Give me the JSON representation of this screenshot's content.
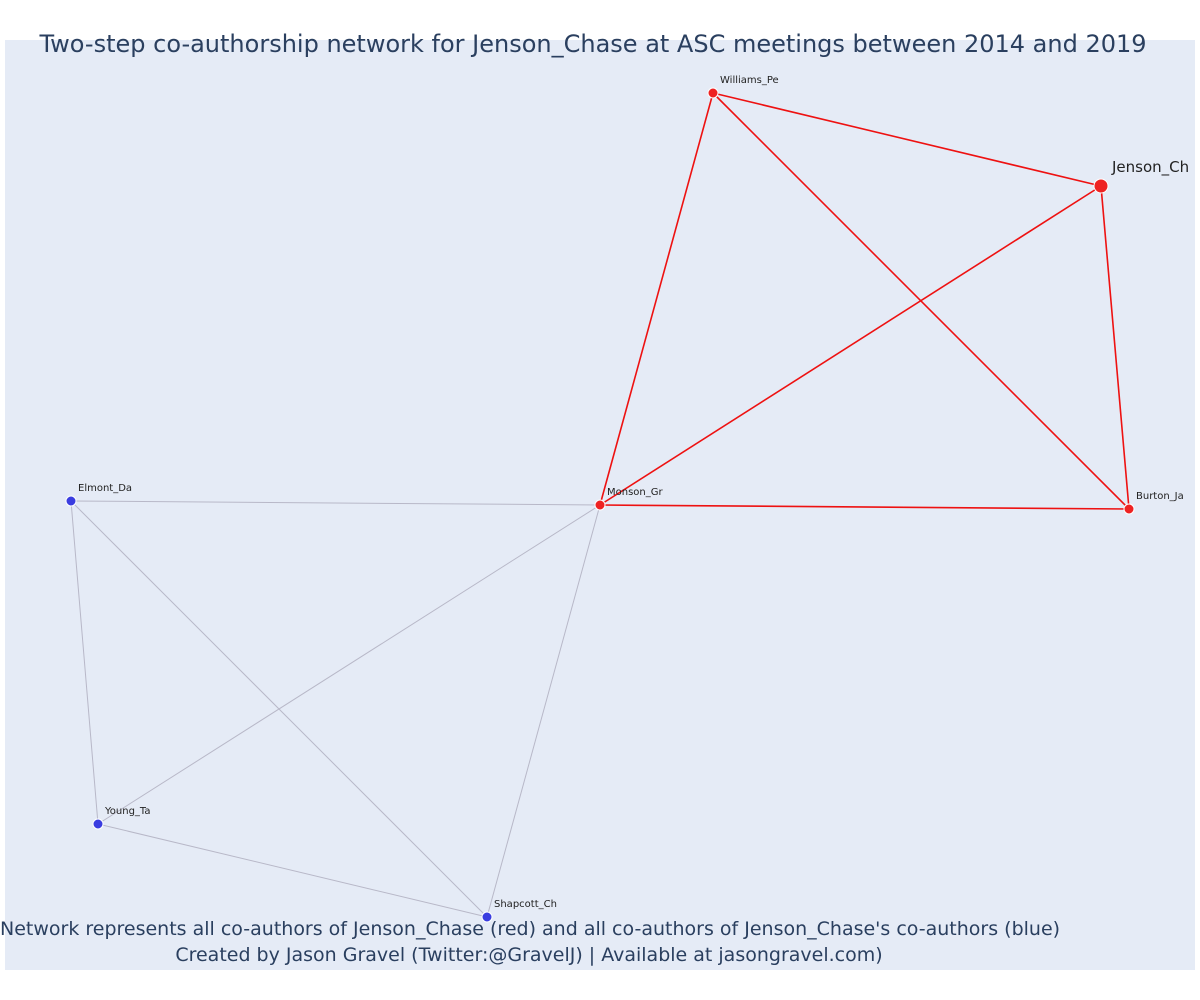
{
  "title": "Two-step co-authorship network for Jenson_Chase at ASC meetings between 2014 and 2019",
  "caption": {
    "line1": "Network represents all co-authors of Jenson_Chase (red) and all co-authors of Jenson_Chase's co-authors (blue)",
    "line2": "Created by Jason Gravel (Twitter:@GravelJ) | Available at jasongravel.com)"
  },
  "colors": {
    "background": "#e5ebf6",
    "direct_node": "#ee2222",
    "indirect_node": "#3a3de0",
    "direct_edge": "#ee1111",
    "indirect_edge": "#b8b8c8",
    "text": "#2a3f5f"
  },
  "nodes": [
    {
      "id": "Jenson_Ch",
      "label": "Jenson_Ch",
      "group": "focal"
    },
    {
      "id": "Williams_Pe",
      "label": "Williams_Pe",
      "group": "direct"
    },
    {
      "id": "Monson_Gr",
      "label": "Monson_Gr",
      "group": "direct"
    },
    {
      "id": "Burton_Ja",
      "label": "Burton_Ja",
      "group": "direct"
    },
    {
      "id": "Elmont_Da",
      "label": "Elmont_Da",
      "group": "indirect"
    },
    {
      "id": "Young_Ta",
      "label": "Young_Ta",
      "group": "indirect"
    },
    {
      "id": "Shapcott_Ch",
      "label": "Shapcott_Ch",
      "group": "indirect"
    }
  ],
  "edges": [
    {
      "source": "Williams_Pe",
      "target": "Jenson_Ch",
      "group": "direct"
    },
    {
      "source": "Williams_Pe",
      "target": "Monson_Gr",
      "group": "direct"
    },
    {
      "source": "Williams_Pe",
      "target": "Burton_Ja",
      "group": "direct"
    },
    {
      "source": "Jenson_Ch",
      "target": "Monson_Gr",
      "group": "direct"
    },
    {
      "source": "Jenson_Ch",
      "target": "Burton_Ja",
      "group": "direct"
    },
    {
      "source": "Monson_Gr",
      "target": "Burton_Ja",
      "group": "direct"
    },
    {
      "source": "Elmont_Da",
      "target": "Monson_Gr",
      "group": "indirect"
    },
    {
      "source": "Elmont_Da",
      "target": "Young_Ta",
      "group": "indirect"
    },
    {
      "source": "Elmont_Da",
      "target": "Shapcott_Ch",
      "group": "indirect"
    },
    {
      "source": "Young_Ta",
      "target": "Monson_Gr",
      "group": "indirect"
    },
    {
      "source": "Young_Ta",
      "target": "Shapcott_Ch",
      "group": "indirect"
    },
    {
      "source": "Shapcott_Ch",
      "target": "Monson_Gr",
      "group": "indirect"
    }
  ]
}
